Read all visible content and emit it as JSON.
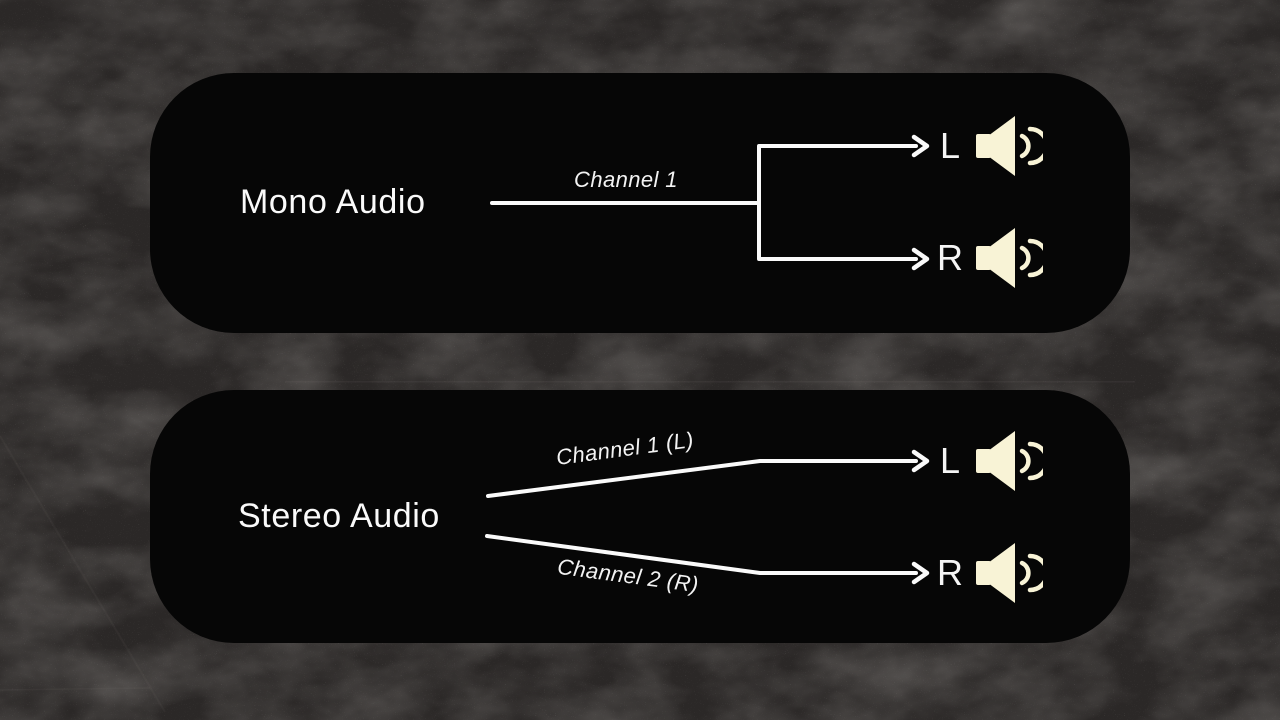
{
  "slide": {
    "background_color": "#2b2827",
    "panel_color": "#060606",
    "line_color": "#fafafa",
    "speaker_color": "#f8f3d6"
  },
  "panels": [
    {
      "title": "Mono Audio",
      "channels": [
        {
          "label": "Channel 1"
        }
      ],
      "outputs": [
        {
          "label": "L",
          "icon": "speaker-icon"
        },
        {
          "label": "R",
          "icon": "speaker-icon"
        }
      ]
    },
    {
      "title": "Stereo Audio",
      "channels": [
        {
          "label": "Channel 1 (L)"
        },
        {
          "label": "Channel 2 (R)"
        }
      ],
      "outputs": [
        {
          "label": "L",
          "icon": "speaker-icon"
        },
        {
          "label": "R",
          "icon": "speaker-icon"
        }
      ]
    }
  ]
}
